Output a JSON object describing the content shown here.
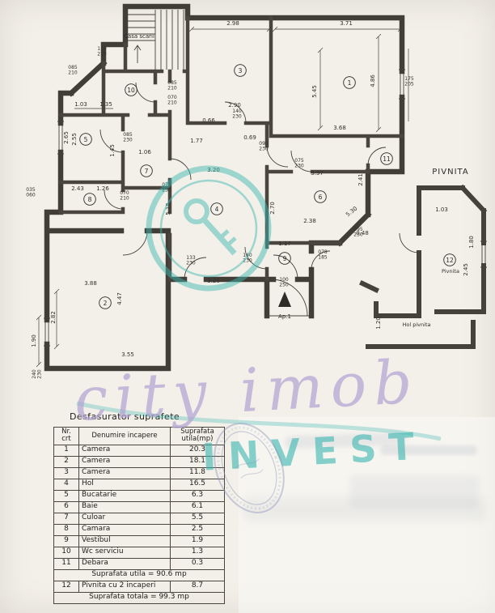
{
  "meta": {
    "background_color": "#f3f0e9",
    "ink_color": "#33302a",
    "wall_color": "#413e38",
    "teal_accent": "#3fb8b2",
    "lavender_accent": "#b2a4d3"
  },
  "plan": {
    "labels": {
      "casa_scarii": "Casa scarii",
      "ap1": "Ap.1",
      "pivnita_heading": "PIVNITA",
      "pivnita_room": "Pivnita",
      "hol_pivnita": "Hol pivnita"
    },
    "room_numbers": [
      "1",
      "2",
      "3",
      "4",
      "5",
      "6",
      "7",
      "8",
      "9",
      "10",
      "11",
      "12"
    ],
    "dims": [
      "2.98",
      "3.71",
      "4.86",
      "5.45",
      "3.68",
      "2.90",
      "0.66",
      "1.77",
      "1.03",
      "1.35",
      "2.65",
      "2.55",
      "1.45",
      "1.06",
      "3.20",
      "3.37",
      "2.41",
      "0.69",
      "2.43",
      "1.26",
      "5.15",
      "2.70",
      "2.38",
      "5.30",
      "0.48",
      "1.17",
      "3.20",
      "3.88",
      "4.47",
      "2.82",
      "3.55",
      "1.90",
      "1.03",
      "1.80",
      "2.45",
      "1.20"
    ],
    "door_labels": [
      {
        "w": "110",
        "h": "210"
      },
      {
        "w": "085",
        "h": "210"
      },
      {
        "w": "085",
        "h": "210"
      },
      {
        "w": "070",
        "h": "210"
      },
      {
        "w": "140",
        "h": "230"
      },
      {
        "w": "085",
        "h": "230"
      },
      {
        "w": "095",
        "h": "230"
      },
      {
        "w": "075",
        "h": "230"
      },
      {
        "w": "075",
        "h": "230"
      },
      {
        "w": "070",
        "h": "210"
      },
      {
        "w": "035",
        "h": "060"
      },
      {
        "w": "133",
        "h": "230"
      },
      {
        "w": "140",
        "h": "230"
      },
      {
        "w": "078",
        "h": "185"
      },
      {
        "w": "100",
        "h": "250"
      },
      {
        "w": "095",
        "h": "230"
      },
      {
        "w": "240",
        "h": "230"
      },
      {
        "w": "175",
        "h": "205"
      }
    ]
  },
  "watermark": {
    "script": "city imob",
    "block": "INVEST"
  },
  "table": {
    "title": "Desfasurator suprafete",
    "header": {
      "col1a": "Nr.",
      "col1b": "crt",
      "col2": "Denumire incapere",
      "col3a": "Suprafata",
      "col3b": "utila(mp)"
    },
    "rows": [
      {
        "nr": "1",
        "name": "Camera",
        "area": "20.3"
      },
      {
        "nr": "2",
        "name": "Camera",
        "area": "18.1"
      },
      {
        "nr": "3",
        "name": "Camera",
        "area": "11.8"
      },
      {
        "nr": "4",
        "name": "Hol",
        "area": "16.5"
      },
      {
        "nr": "5",
        "name": "Bucatarie",
        "area": "6.3"
      },
      {
        "nr": "6",
        "name": "Baie",
        "area": "6.1"
      },
      {
        "nr": "7",
        "name": "Culoar",
        "area": "5.5"
      },
      {
        "nr": "8",
        "name": "Camara",
        "area": "2.5"
      },
      {
        "nr": "9",
        "name": "Vestibul",
        "area": "1.9"
      },
      {
        "nr": "10",
        "name": "Wc serviciu",
        "area": "1.3"
      },
      {
        "nr": "11",
        "name": "Debara",
        "area": "0.3"
      }
    ],
    "subtotal": "Suprafata utila = 90.6 mp",
    "row12": {
      "nr": "12",
      "name": "Pivnita cu 2 incaperi",
      "area": "8.7"
    },
    "total": "Suprafata totala = 99.3 mp"
  }
}
